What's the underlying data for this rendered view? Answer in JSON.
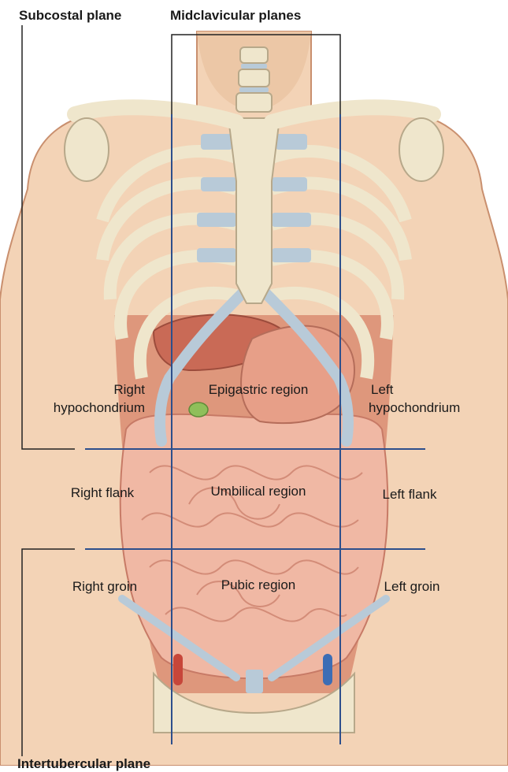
{
  "planes": {
    "subcostal": "Subcostal plane",
    "midclavicular": "Midclavicular planes",
    "intertubercular": "Intertubercular plane"
  },
  "regions": {
    "right_hypochondrium": [
      "Right",
      "hypochondrium"
    ],
    "epigastric": "Epigastric region",
    "left_hypochondrium": [
      "Left",
      "hypochondrium"
    ],
    "right_flank": "Right flank",
    "umbilical": "Umbilical region",
    "left_flank": "Left flank",
    "right_groin": "Right groin",
    "pubic": "Pubic region",
    "left_groin": "Left groin"
  },
  "colors": {
    "skin": "#f3d3b6",
    "skin_outline": "#c98f6e",
    "bone": "#efe6cc",
    "bone_outline": "#b7a88a",
    "cartilage": "#b8cad8",
    "muscle": "#d98c72",
    "intestine": "#f0b8a4",
    "liver": "#c96a56",
    "plane_line": "#2d4f8c",
    "bracket_line": "#222222"
  }
}
